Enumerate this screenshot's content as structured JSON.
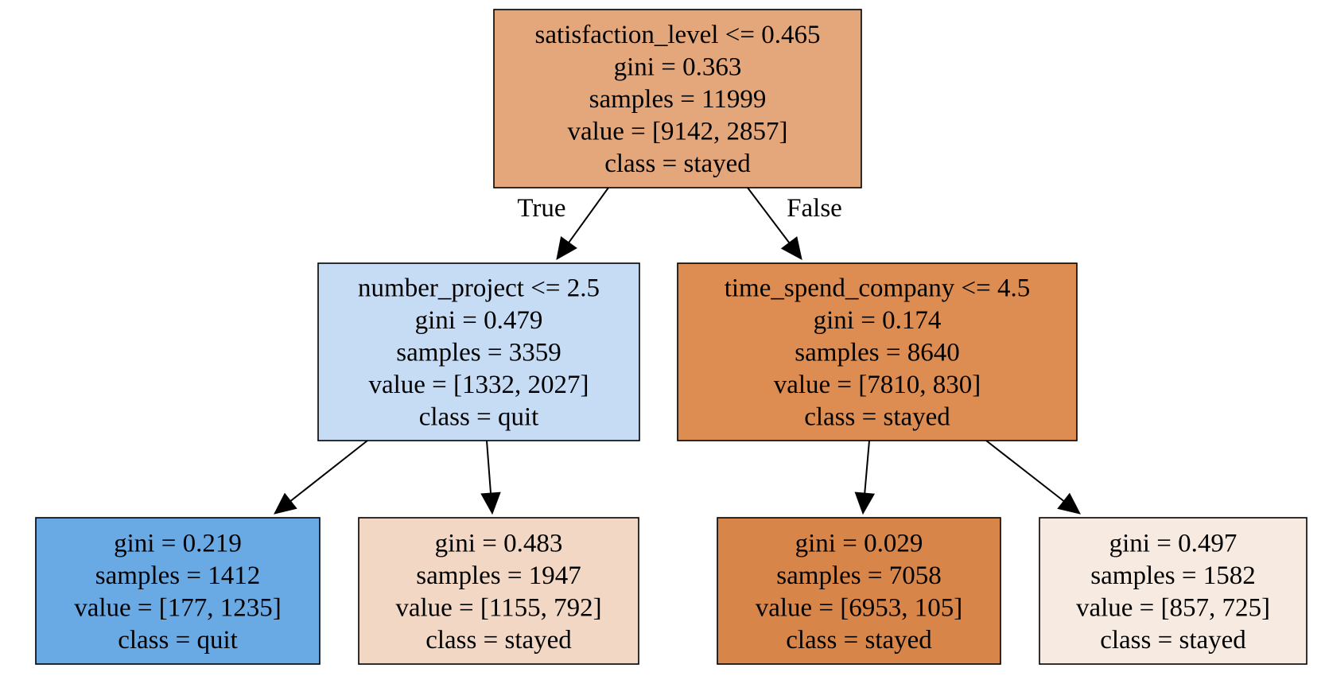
{
  "tree": {
    "nodes": [
      {
        "id": "root",
        "lines": [
          "satisfaction_level <= 0.465",
          "gini = 0.363",
          "samples = 11999",
          "value = [9142, 2857]",
          "class = stayed"
        ],
        "fill": "#e4a77b"
      },
      {
        "id": "left",
        "lines": [
          "number_project <= 2.5",
          "gini = 0.479",
          "samples = 3359",
          "value = [1332, 2027]",
          "class = quit"
        ],
        "fill": "#c6dcf5"
      },
      {
        "id": "right",
        "lines": [
          "time_spend_company <= 4.5",
          "gini = 0.174",
          "samples = 8640",
          "value = [7810, 830]",
          "class = stayed"
        ],
        "fill": "#de8d52"
      },
      {
        "id": "ll",
        "lines": [
          "gini = 0.219",
          "samples = 1412",
          "value = [177, 1235]",
          "class = quit"
        ],
        "fill": "#6aaae4"
      },
      {
        "id": "lr",
        "lines": [
          "gini = 0.483",
          "samples = 1947",
          "value = [1155, 792]",
          "class = stayed"
        ],
        "fill": "#f2d8c4"
      },
      {
        "id": "rl",
        "lines": [
          "gini = 0.029",
          "samples = 7058",
          "value = [6953, 105]",
          "class = stayed"
        ],
        "fill": "#d8854a"
      },
      {
        "id": "rr",
        "lines": [
          "gini = 0.497",
          "samples = 1582",
          "value = [857, 725]",
          "class = stayed"
        ],
        "fill": "#f7eae1"
      }
    ],
    "edges": [
      {
        "from": "root",
        "to": "left",
        "label": "True"
      },
      {
        "from": "root",
        "to": "right",
        "label": "False"
      },
      {
        "from": "left",
        "to": "ll",
        "label": ""
      },
      {
        "from": "left",
        "to": "lr",
        "label": ""
      },
      {
        "from": "right",
        "to": "rl",
        "label": ""
      },
      {
        "from": "right",
        "to": "rr",
        "label": ""
      }
    ]
  }
}
